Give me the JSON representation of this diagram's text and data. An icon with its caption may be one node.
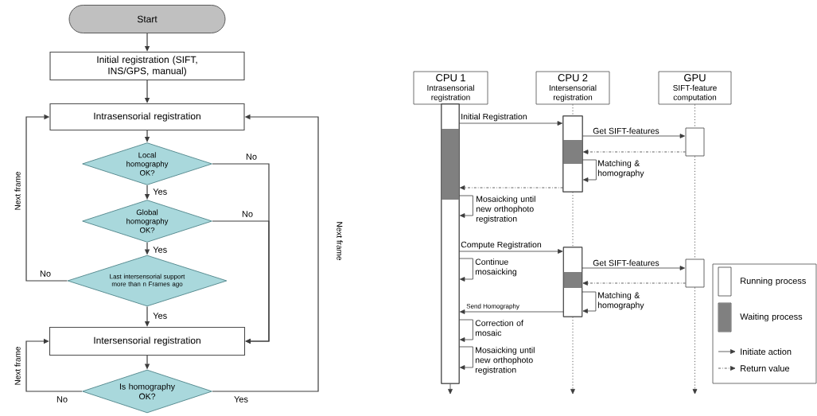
{
  "diagram": {
    "nodes": [
      {
        "text": [
          "Start"
        ]
      },
      {
        "text": [
          "Initial registration (SIFT, INS/GPS, manual)"
        ]
      },
      {
        "text": [
          "Intrasensorial registration"
        ]
      },
      {
        "text": [
          "Local homography OK?"
        ]
      },
      {
        "text": [
          "Global homography OK?"
        ]
      },
      {
        "text": [
          "Last intersensorial support more than n Frames ago"
        ]
      },
      {
        "text": [
          "Intersensorial registration"
        ]
      },
      {
        "text": [
          "Is homography OK?"
        ]
      },
      {
        "text": [
          "CPU 1",
          "Intrasensorial registration"
        ]
      },
      {
        "text": [
          "CPU 2",
          "Intersensorial registration"
        ]
      },
      {
        "text": [
          "GPU",
          "SIFT-feature computation"
        ]
      },
      {
        "text": [],
        "shape": "bar"
      },
      {
        "text": [],
        "shape": "bar"
      },
      {
        "text": [],
        "shape": "bar"
      },
      {
        "text": [],
        "shape": "bar"
      },
      {
        "text": [],
        "shape": "bar"
      }
    ],
    "edges": [
      {
        "from": 0,
        "to": 1,
        "arrow": "to"
      },
      {
        "from": 1,
        "to": 2,
        "arrow": "to"
      },
      {
        "from": 2,
        "to": 3,
        "arrow": "to"
      },
      {
        "from": 3,
        "to": 4,
        "arrow": "to",
        "label": "Yes"
      },
      {
        "from": 4,
        "to": 5,
        "arrow": "to",
        "label": "Yes"
      },
      {
        "from": 5,
        "to": 6,
        "arrow": "to",
        "label": "Yes"
      },
      {
        "from": 6,
        "to": 7,
        "arrow": "to"
      },
      {
        "from": 3,
        "to": 6,
        "arrow": "to",
        "label": "No"
      },
      {
        "from": 4,
        "to": 6,
        "arrow": "to",
        "label": "No"
      },
      {
        "from": 5,
        "to": 2,
        "arrow": "to",
        "label": "No"
      },
      {
        "from": 7,
        "to": 6,
        "arrow": "to",
        "label": "No"
      },
      {
        "from": 7,
        "to": 2,
        "arrow": "to",
        "label": "Yes"
      },
      {
        "from": 11,
        "to": null,
        "arrow": "to"
      },
      {
        "from": 9,
        "to": 12,
        "arrow": "none",
        "style": "dashed"
      },
      {
        "from": 12,
        "to": 14,
        "arrow": "none",
        "style": "dashed"
      },
      {
        "from": 14,
        "to": null,
        "arrow": "to",
        "style": "dashed"
      },
      {
        "from": 10,
        "to": 13,
        "arrow": "none",
        "style": "dashed"
      },
      {
        "from": 13,
        "to": 15,
        "arrow": "none",
        "style": "dashed"
      },
      {
        "from": 15,
        "to": null,
        "arrow": "to",
        "style": "dashed"
      },
      {
        "from": 11,
        "to": 12,
        "arrow": "to",
        "label": "Initial Registration"
      },
      {
        "from": 12,
        "to": 13,
        "arrow": "to",
        "label": "Get SIFT-features"
      },
      {
        "from": 13,
        "to": 12,
        "arrow": "to",
        "style": "dashed"
      },
      {
        "from": 12,
        "to": 12,
        "arrow": "to",
        "label": "Matching & homography"
      },
      {
        "from": 12,
        "to": 11,
        "arrow": "to",
        "style": "dashed"
      },
      {
        "from": 11,
        "to": 11,
        "arrow": "to",
        "label": "Mosaicking until new orthophoto registration"
      },
      {
        "from": 11,
        "to": 14,
        "arrow": "to",
        "label": "Compute Registration"
      },
      {
        "from": 11,
        "to": 11,
        "arrow": "to",
        "label": "Continue mosaicking"
      },
      {
        "from": 14,
        "to": 15,
        "arrow": "to",
        "label": "Get SIFT-features"
      },
      {
        "from": 15,
        "to": 14,
        "arrow": "to",
        "style": "dashed"
      },
      {
        "from": 14,
        "to": 14,
        "arrow": "to",
        "label": "Matching & homography"
      },
      {
        "from": 14,
        "to": 11,
        "arrow": "to",
        "label": "Send Homography"
      },
      {
        "from": 11,
        "to": 11,
        "arrow": "to",
        "label": "Correction of mosaic"
      },
      {
        "from": 11,
        "to": 11,
        "arrow": "to",
        "label": "Mosaicking until new orthophoto registration"
      }
    ],
    "labels": [
      "Next frame",
      "Next frame",
      "Next frame"
    ],
    "legend": [
      {
        "text": "Running process"
      },
      {
        "text": "Waiting process",
        "color": "#808080"
      },
      {
        "text": "Initiate action"
      },
      {
        "text": "Return value"
      }
    ]
  }
}
